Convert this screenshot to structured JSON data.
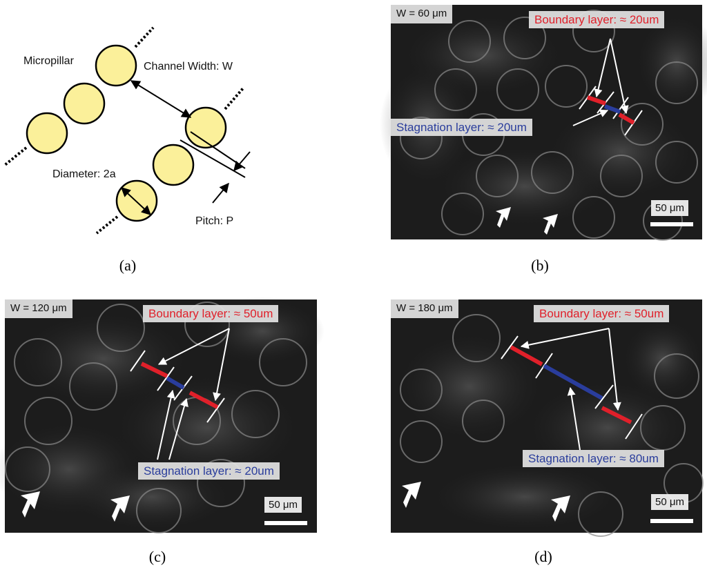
{
  "colors": {
    "boundary": "#e0202a",
    "stagnation": "#2a3d9c",
    "pillar": "#fbf09a",
    "photo_bg": "#1c1c1c"
  },
  "panel_a": {
    "micropillar": "Micropillar",
    "channel_width": "Channel Width: W",
    "diameter": "Diameter: 2a",
    "pitch": "Pitch: P",
    "caption": "(a)"
  },
  "panel_b": {
    "width": "W = 60 μm",
    "boundary": "Boundary layer: ≈ 20um",
    "stagnation": "Stagnation layer: ≈ 20um",
    "scale": "50 μm",
    "caption": "(b)"
  },
  "panel_c": {
    "width": "W = 120 μm",
    "boundary": "Boundary layer: ≈ 50um",
    "stagnation": "Stagnation layer: ≈ 20um",
    "scale": "50 μm",
    "caption": "(c)"
  },
  "panel_d": {
    "width": "W = 180 μm",
    "boundary": "Boundary layer: ≈ 50um",
    "stagnation": "Stagnation layer: ≈ 80um",
    "scale": "50 μm",
    "caption": "(d)"
  }
}
